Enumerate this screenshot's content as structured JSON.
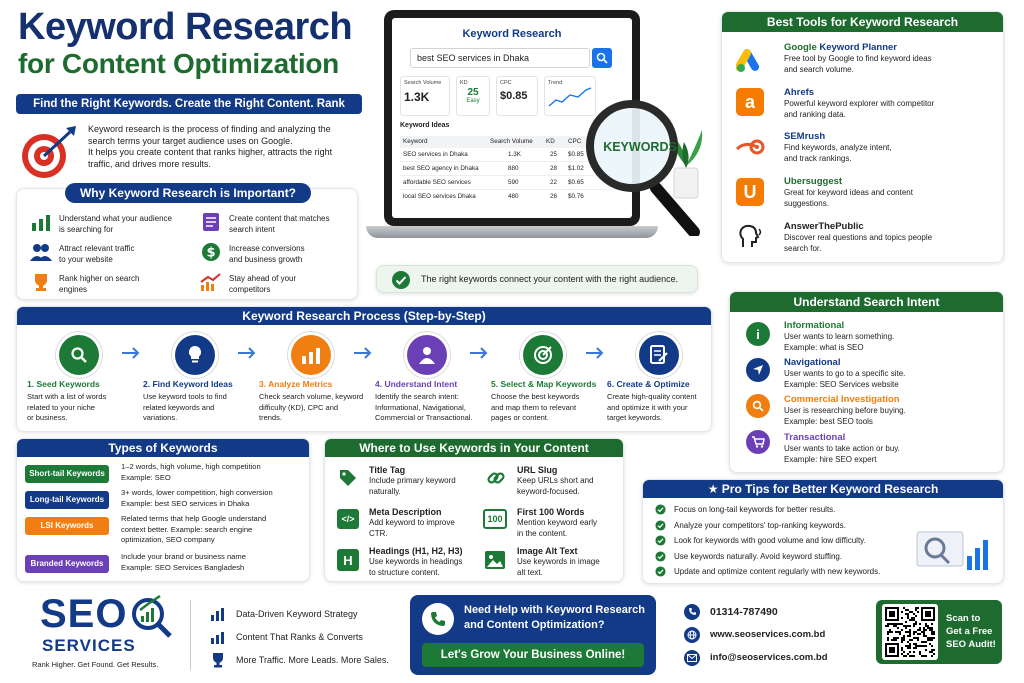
{
  "title": {
    "line1": "Keyword Research",
    "line2": "for Content Optimization"
  },
  "tagline": "Find the Right Keywords. Create the Right Content. Rank Higher.",
  "intro": [
    "Keyword research is the process of finding and analyzing the",
    "search terms your target audience uses on Google.",
    "It helps you create content that ranks higher, attracts the right",
    "traffic, and drives more results."
  ],
  "why": {
    "title": "Why Keyword Research is Important?",
    "items": [
      [
        "Understand what your audience",
        "is searching for"
      ],
      [
        "Create content that matches",
        "search intent"
      ],
      [
        "Attract relevant traffic",
        "to your website"
      ],
      [
        "Increase conversions",
        "and business growth"
      ],
      [
        "Rank higher on search",
        "engines"
      ],
      [
        "Stay ahead of your",
        "competitors"
      ]
    ]
  },
  "laptop": {
    "title": "Keyword Research",
    "query": "best SEO services in Dhaka",
    "metrics": [
      {
        "label": "Search Volume",
        "value": "1.3K"
      },
      {
        "label": "KD",
        "value": "25",
        "sub": "Easy"
      },
      {
        "label": "CPC",
        "value": "$0.85"
      },
      {
        "label": "Trend",
        "value": ""
      }
    ],
    "ideas_title": "Keyword Ideas",
    "cols": [
      "Keyword",
      "Search Volume",
      "KD",
      "CPC"
    ],
    "rows": [
      [
        "SEO services in Dhaka",
        "1.3K",
        "25",
        "$0.85"
      ],
      [
        "best SEO agency in Dhaka",
        "880",
        "28",
        "$1.02"
      ],
      [
        "affordable SEO services",
        "590",
        "22",
        "$0.65"
      ],
      [
        "local SEO services Dhaka",
        "480",
        "26",
        "$0.76"
      ]
    ],
    "magnifier": "KEYWORDS"
  },
  "connect": "The right keywords connect your content with the right audience.",
  "tools": {
    "title": "Best Tools for Keyword Research",
    "items": [
      {
        "name_a": "Google",
        "name_b": " Keyword Planner",
        "desc": [
          "Free tool by Google to find keyword ideas",
          "and search volume."
        ]
      },
      {
        "name_a": "Ahrefs",
        "name_b": "",
        "desc": [
          "Powerful keyword explorer with competitor",
          "and ranking data."
        ]
      },
      {
        "name_a": "SEMrush",
        "name_b": "",
        "desc": [
          "Find keywords, analyze intent,",
          "and track rankings."
        ]
      },
      {
        "name_a": "Ubersuggest",
        "name_b": "",
        "desc": [
          "Great for keyword ideas and content",
          "suggestions."
        ]
      },
      {
        "name_a": "AnswerThePublic",
        "name_b": "",
        "desc": [
          "Discover real questions and topics people",
          "search for."
        ]
      }
    ],
    "colors": [
      "#1a73e8",
      "#f57c00",
      "#e8562a",
      "#f57c00",
      "#222222"
    ]
  },
  "process": {
    "title": "Keyword Research Process (Step-by-Step)",
    "steps": [
      {
        "title": "1. Seed Keywords",
        "desc": [
          "Start with a list of words",
          "related to your niche",
          "or business."
        ],
        "color": "#1d7a36"
      },
      {
        "title": "2. Find Keyword Ideas",
        "desc": [
          "Use keyword tools to find",
          "related keywords and",
          "variations."
        ],
        "color": "#123a86"
      },
      {
        "title": "3. Analyze Metrics",
        "desc": [
          "Check search volume, keyword",
          "difficulty (KD), CPC and",
          "trends."
        ],
        "color": "#f07e10"
      },
      {
        "title": "4. Understand Intent",
        "desc": [
          "Identify the search intent:",
          "Informational, Navigational,",
          "Commercial or Transactional."
        ],
        "color": "#6b3fb5"
      },
      {
        "title": "5. Select & Map Keywords",
        "desc": [
          "Choose the best keywords",
          "and map them to relevant",
          "pages or content."
        ],
        "color": "#1d7a36"
      },
      {
        "title": "6. Create & Optimize",
        "desc": [
          "Create high-quality content",
          "and optimize it with your",
          "target keywords."
        ],
        "color": "#123a86"
      }
    ]
  },
  "intent": {
    "title": "Understand Search Intent",
    "items": [
      {
        "name": "Informational",
        "desc": "User wants to learn something.",
        "example": "Example: what is SEO",
        "color": "#1d7a36"
      },
      {
        "name": "Navigational",
        "desc": "User wants to go to a specific site.",
        "example": "Example: SEO Services website",
        "color": "#123a86"
      },
      {
        "name": "Commercial Investigation",
        "desc": "User is researching before buying.",
        "example": "Example: best SEO tools",
        "color": "#f07e10"
      },
      {
        "name": "Transactional",
        "desc": "User wants to take action or buy.",
        "example": "Example: hire SEO expert",
        "color": "#6b3fb5"
      }
    ]
  },
  "types": {
    "title": "Types of Keywords",
    "items": [
      {
        "label": "Short-tail Keywords",
        "desc": [
          "1–2 words, high volume, high competition",
          "Example: SEO"
        ],
        "color": "#1d7a36"
      },
      {
        "label": "Long-tail Keywords",
        "desc": [
          "3+ words, lower competition, high conversion",
          "Example: best SEO services in Dhaka"
        ],
        "color": "#123a86"
      },
      {
        "label": "LSI Keywords",
        "desc": [
          "Related terms that help Google understand",
          "context better. Example: search engine",
          "optimization, SEO company"
        ],
        "color": "#f07e10"
      },
      {
        "label": "Branded Keywords",
        "desc": [
          "Include your brand or business name",
          "Example: SEO Services Bangladesh"
        ],
        "color": "#6b3fb5"
      }
    ]
  },
  "where": {
    "title": "Where to Use Keywords in Your Content",
    "items": [
      {
        "title": "Title Tag",
        "desc": [
          "Include primary keyword",
          "naturally."
        ]
      },
      {
        "title": "URL Slug",
        "desc": [
          "Keep URLs short and",
          "keyword-focused."
        ]
      },
      {
        "title": "Meta Description",
        "desc": [
          "Add keyword to improve",
          "CTR."
        ]
      },
      {
        "title": "First 100 Words",
        "desc": [
          "Mention keyword early",
          "in the content."
        ]
      },
      {
        "title": "Headings (H1, H2, H3)",
        "desc": [
          "Use keywords in headings",
          "to structure content."
        ]
      },
      {
        "title": "Image Alt Text",
        "desc": [
          "Use keywords in image",
          "alt text."
        ]
      }
    ],
    "icon_text": {
      "first100": "100",
      "headings": "H"
    }
  },
  "tips": {
    "title": "Pro Tips for Better Keyword Research",
    "items": [
      "Focus on long-tail keywords for better results.",
      "Analyze your competitors' top-ranking keywords.",
      "Look for keywords with good volume and low difficulty.",
      "Use keywords naturally. Avoid keyword stuffing.",
      "Update and optimize content regularly with new keywords."
    ]
  },
  "brand": {
    "seo": "SEO",
    "services": "SERVICES",
    "slogan": "Rank Higher. Get Found. Get Results."
  },
  "benefits": [
    "Data-Driven Keyword Strategy",
    "Content That Ranks & Converts",
    "More Traffic. More Leads. More Sales."
  ],
  "cta": {
    "line1": "Need Help with Keyword Research",
    "line2": "and Content Optimization?",
    "button": "Let's Grow Your Business Online!"
  },
  "contact": {
    "phone": "01314-787490",
    "web": "www.seoservices.com.bd",
    "email": "info@seoservices.com.bd"
  },
  "qr": {
    "line1": "Scan to",
    "line2": "Get a Free",
    "line3": "SEO Audit!"
  }
}
